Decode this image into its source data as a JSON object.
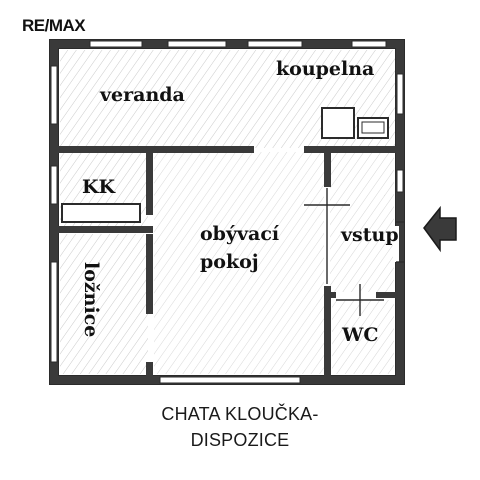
{
  "logo": {
    "text": "RE/MAX"
  },
  "rooms": {
    "veranda": "veranda",
    "koupelna": "koupelna",
    "kk": "KK",
    "obyvaci_line1": "obývací",
    "obyvaci_line2": "pokoj",
    "vstup": "vstup",
    "wc": "WC",
    "loznice": "ložnice"
  },
  "caption": {
    "line1": "CHATA KLOUČKA-",
    "line2": "DISPOZICE"
  },
  "icons": {
    "entrance": "arrow-left-icon"
  },
  "colors": {
    "wall": "#2b2b2b",
    "hatch": "#9a9a9a",
    "paper": "#ffffff"
  }
}
